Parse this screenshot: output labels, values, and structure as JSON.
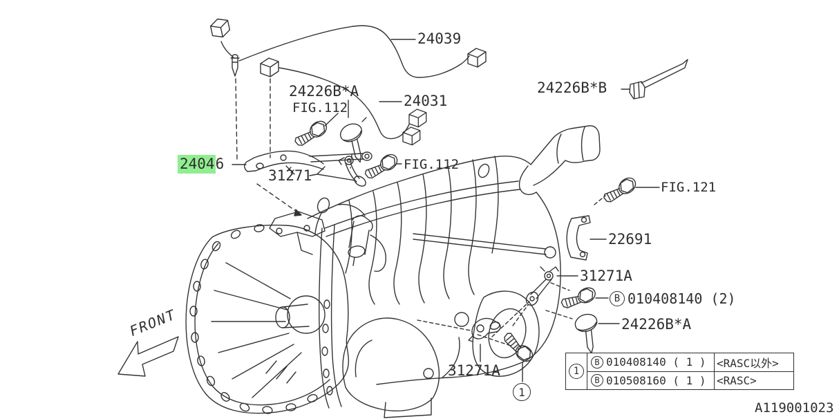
{
  "diagram": {
    "id": "A119001023",
    "front_label": "FRONT",
    "highlight_color": "#90ee90"
  },
  "labels": {
    "p24039": "24039",
    "p24226ba_top": "24226B*A",
    "fig112_top": "FIG.112",
    "p24031": "24031",
    "p24226bb": "24226B*B",
    "p24046_highlight": "2404",
    "p24046_rest": "6",
    "p31271": "31271",
    "fig112_mid": "FIG.112",
    "fig121": "FIG.121",
    "p22691": "22691",
    "p31271a_right": "31271A",
    "bolt_b_symbol": "B",
    "bolt_b_code": "010408140 (2)",
    "p24226ba_right": "24226B*A",
    "p31271a_bottom": "31271A",
    "callout_1": "1"
  },
  "table": {
    "callout": "1",
    "rows": [
      {
        "symbol": "B",
        "part": "010408140 ( 1 )",
        "variant": "<RASC以外>"
      },
      {
        "symbol": "B",
        "part": "010508160 ( 1 )",
        "variant": "<RASC>"
      }
    ]
  }
}
